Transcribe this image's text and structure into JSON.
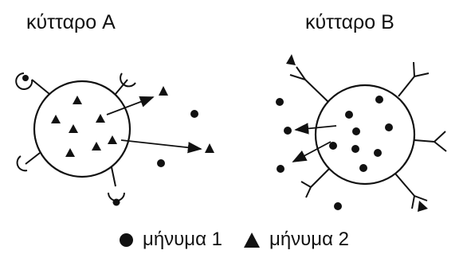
{
  "cell_a": {
    "title": "κύτταρο A"
  },
  "cell_b": {
    "title": "κύτταρο B"
  },
  "legend": {
    "message_1": "μήνυμα 1",
    "message_2": "μήνυμα 2"
  },
  "colors": {
    "ink": "#111111",
    "background": "#ffffff"
  }
}
